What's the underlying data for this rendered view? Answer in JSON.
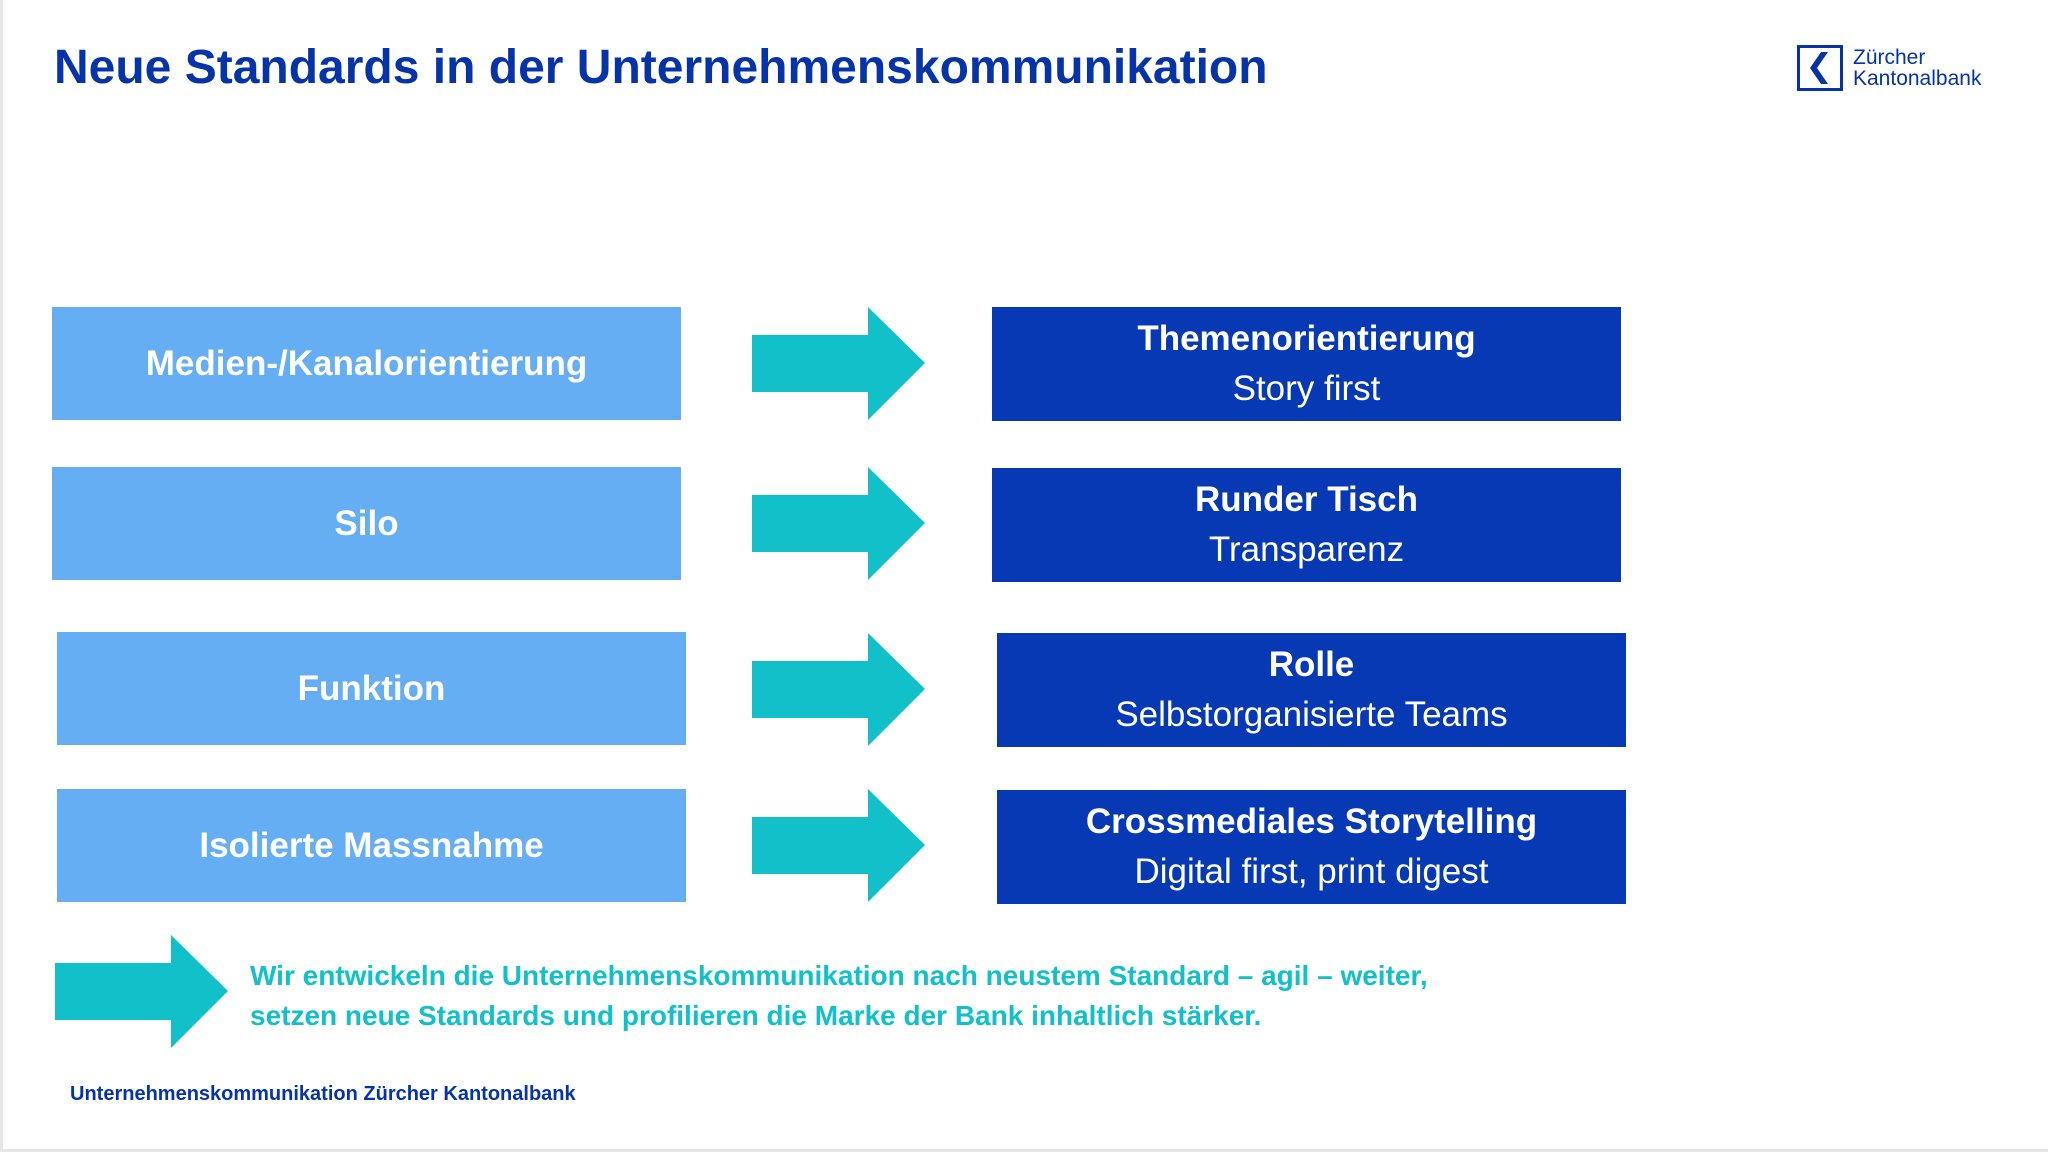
{
  "slide": {
    "title": "Neue Standards in der Unternehmenskommunikation",
    "logo": {
      "line1": "Zürcher",
      "line2": "Kantonalbank",
      "icon": "zkb-logo-icon"
    },
    "rows": [
      {
        "from": "Medien-/Kanalorientierung",
        "to_title": "Themenorientierung",
        "to_subtitle": "Story first"
      },
      {
        "from": "Silo",
        "to_title": "Runder Tisch",
        "to_subtitle": "Transparenz"
      },
      {
        "from": "Funktion",
        "to_title": "Rolle",
        "to_subtitle": "Selbstorganisierte Teams"
      },
      {
        "from": "Isolierte Massnahme",
        "to_title": "Crossmediales Storytelling",
        "to_subtitle": "Digital first, print digest"
      }
    ],
    "statement": {
      "line1": "Wir entwickeln die Unternehmenskommunikation nach neustem Standard – agil – weiter,",
      "line2": "setzen neue Standards und profilieren die Marke der Bank inhaltlich stärker."
    },
    "footer": "Unternehmenskommunikation Zürcher Kantonalbank"
  },
  "colors": {
    "title": "#0633A8",
    "left_box": "#66AEF4",
    "right_box": "#0639B3",
    "arrow": "#11C0C8",
    "statement": "#11C0C8",
    "background": "#FFFFFF"
  }
}
